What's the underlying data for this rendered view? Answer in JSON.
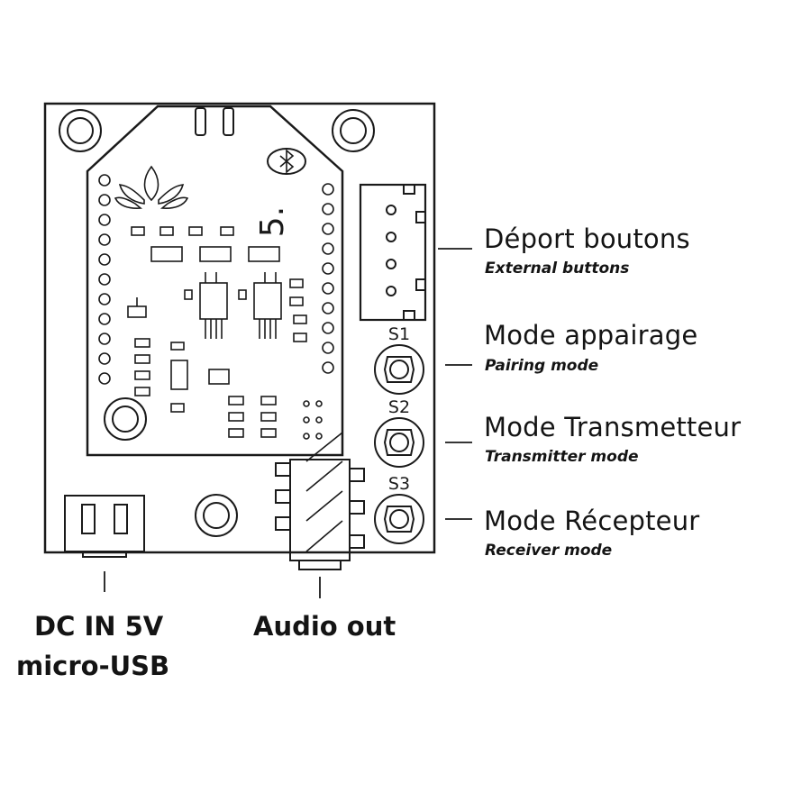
{
  "callouts": [
    {
      "id": "remote-buttons",
      "title": "Déport boutons",
      "subtitle": "External buttons"
    },
    {
      "id": "pairing",
      "title": "Mode appairage",
      "subtitle": "Pairing mode"
    },
    {
      "id": "transmitter",
      "title": "Mode Transmetteur",
      "subtitle": "Transmitter mode"
    },
    {
      "id": "receiver",
      "title": "Mode Récepteur",
      "subtitle": "Receiver mode"
    }
  ],
  "switches": {
    "s1": "S1",
    "s2": "S2",
    "s3": "S3"
  },
  "bottom_labels": {
    "power_line1": "DC IN 5V",
    "power_line2": "micro-USB",
    "audio": "Audio out"
  },
  "module_marking": "5.",
  "colors": {
    "line": "#1a1a1a",
    "background": "#ffffff"
  }
}
